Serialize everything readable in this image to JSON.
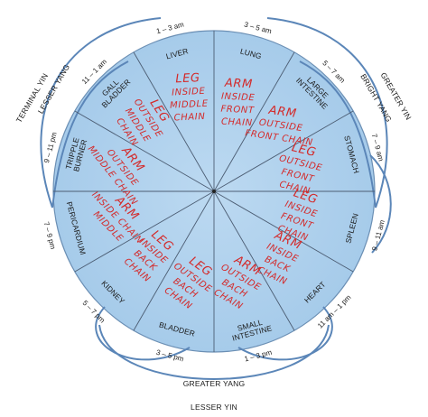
{
  "organs": [
    {
      "name": "LIVER",
      "time": "1 – 3 am"
    },
    {
      "name": "LUNG",
      "time": "3 – 5 am"
    },
    {
      "name": "LARGE INTESTINE",
      "time": "5 – 7 am"
    },
    {
      "name": "STOMACH",
      "time": "7 – 9 am"
    },
    {
      "name": "SPLEEN",
      "time": "9 – 11 am"
    },
    {
      "name": "HEART",
      "time": "11 am – 1 pm"
    },
    {
      "name": "SMALL INTESTINE",
      "time": "1 – 3 pm"
    },
    {
      "name": "BLADDER",
      "time": "3 – 5 pm"
    },
    {
      "name": "KIDNEY",
      "time": "5 – 7 pm"
    },
    {
      "name": "PERICARDIUM",
      "time": "7 – 9 pm"
    },
    {
      "name": "TRIPPLE BURNER",
      "time": "9 – 11 pm"
    },
    {
      "name": "GALL BLADDER",
      "time": "11 – 1 am"
    }
  ],
  "channels": [
    "TERMINAL YIN",
    "LESSER YANG",
    "GREATER YIN",
    "BRIGHT YANG",
    "GREATER YANG",
    "LESSER YIN"
  ],
  "annotations": [
    [
      "LEG",
      "INSIDE",
      "MIDDLE",
      "CHAIN"
    ],
    [
      "ARM",
      "INSIDE",
      "FRONT",
      "CHAIN"
    ],
    [
      "ARM",
      "OUTSIDE",
      "FRONT CHAIN"
    ],
    [
      "LEG",
      "OUTSIDE",
      "FRONT",
      "CHAIN"
    ],
    [
      "LEG",
      "INSIDE",
      "FRONT",
      "CHAIN"
    ],
    [
      "ARM",
      "INSIDE",
      "BACK",
      "CHAIN"
    ],
    [
      "ARM",
      "OUTSIDE",
      "BACH",
      "CHAIN"
    ],
    [
      "LEG",
      "OUTSIDE",
      "BACH",
      "CHAIN"
    ],
    [
      "LEG",
      "INSIDE",
      "BACK",
      "CHAIN"
    ],
    [
      "ARM",
      "INSIDE CHAIN",
      "MIDDLE"
    ],
    [
      "ARM",
      "OUTSIDE",
      "MIDDLE CHAIN"
    ],
    [
      "LEG",
      "OUTSIDE",
      "MIDDLE",
      "CHAIN"
    ]
  ]
}
